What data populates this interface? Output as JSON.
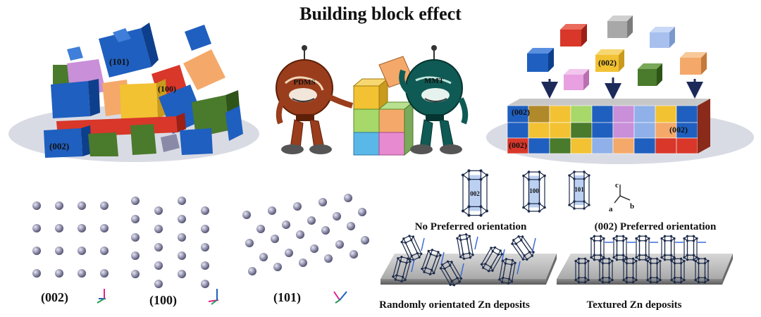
{
  "title": "Building block effect",
  "robots": {
    "left": "PDMS",
    "right": "MMT"
  },
  "left_pile_labels": {
    "a": "(101)",
    "b": "(100)",
    "c": "(002)"
  },
  "right_stack_labels": {
    "top_cube": "(002)",
    "left": "(002)",
    "right": "(002)",
    "bottom": "(002)"
  },
  "cell_labels": [
    "002",
    "100",
    "101"
  ],
  "axes_labels": {
    "c": "c",
    "b": "b",
    "a": "a"
  },
  "planes": [
    {
      "label": "(002)"
    },
    {
      "label": "(100)"
    },
    {
      "label": "(101)"
    }
  ],
  "orientation_titles": {
    "none": "No Preferred orientation",
    "preferred": "(002) Preferred orientation"
  },
  "deposit_captions": {
    "random": "Randomly orientated Zn deposits",
    "textured": "Textured Zn deposits"
  },
  "colors": {
    "blue": "#1f5fbf",
    "red": "#d8372a",
    "green": "#4a7a2c",
    "yellow": "#f2c233",
    "orange": "#f4a96a",
    "purple": "#c98fd8",
    "robot_left": "#9a3d1c",
    "robot_right": "#0f5a55",
    "atom": "#8a8aa8"
  }
}
